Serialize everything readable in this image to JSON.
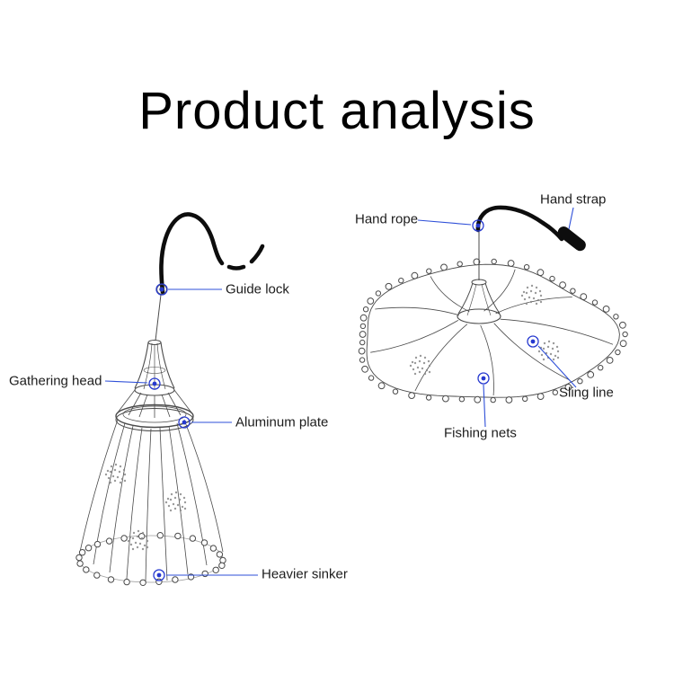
{
  "title": "Product analysis",
  "colors": {
    "text": "#1c1c1c",
    "leader": "#2e4fd8",
    "marker": "#2639cf",
    "sketch": "#4a4a4a",
    "rope": "#0d0d0d",
    "background": "#ffffff"
  },
  "closed_net": {
    "labels": {
      "guide_lock": "Guide lock",
      "gathering_head": "Gathering head",
      "aluminum_plate": "Aluminum plate",
      "heavier_sinker": "Heavier sinker"
    }
  },
  "open_net": {
    "labels": {
      "hand_rope": "Hand rope",
      "hand_strap": "Hand strap",
      "sling_line": "Sling line",
      "fishing_nets": "Fishing nets"
    }
  }
}
